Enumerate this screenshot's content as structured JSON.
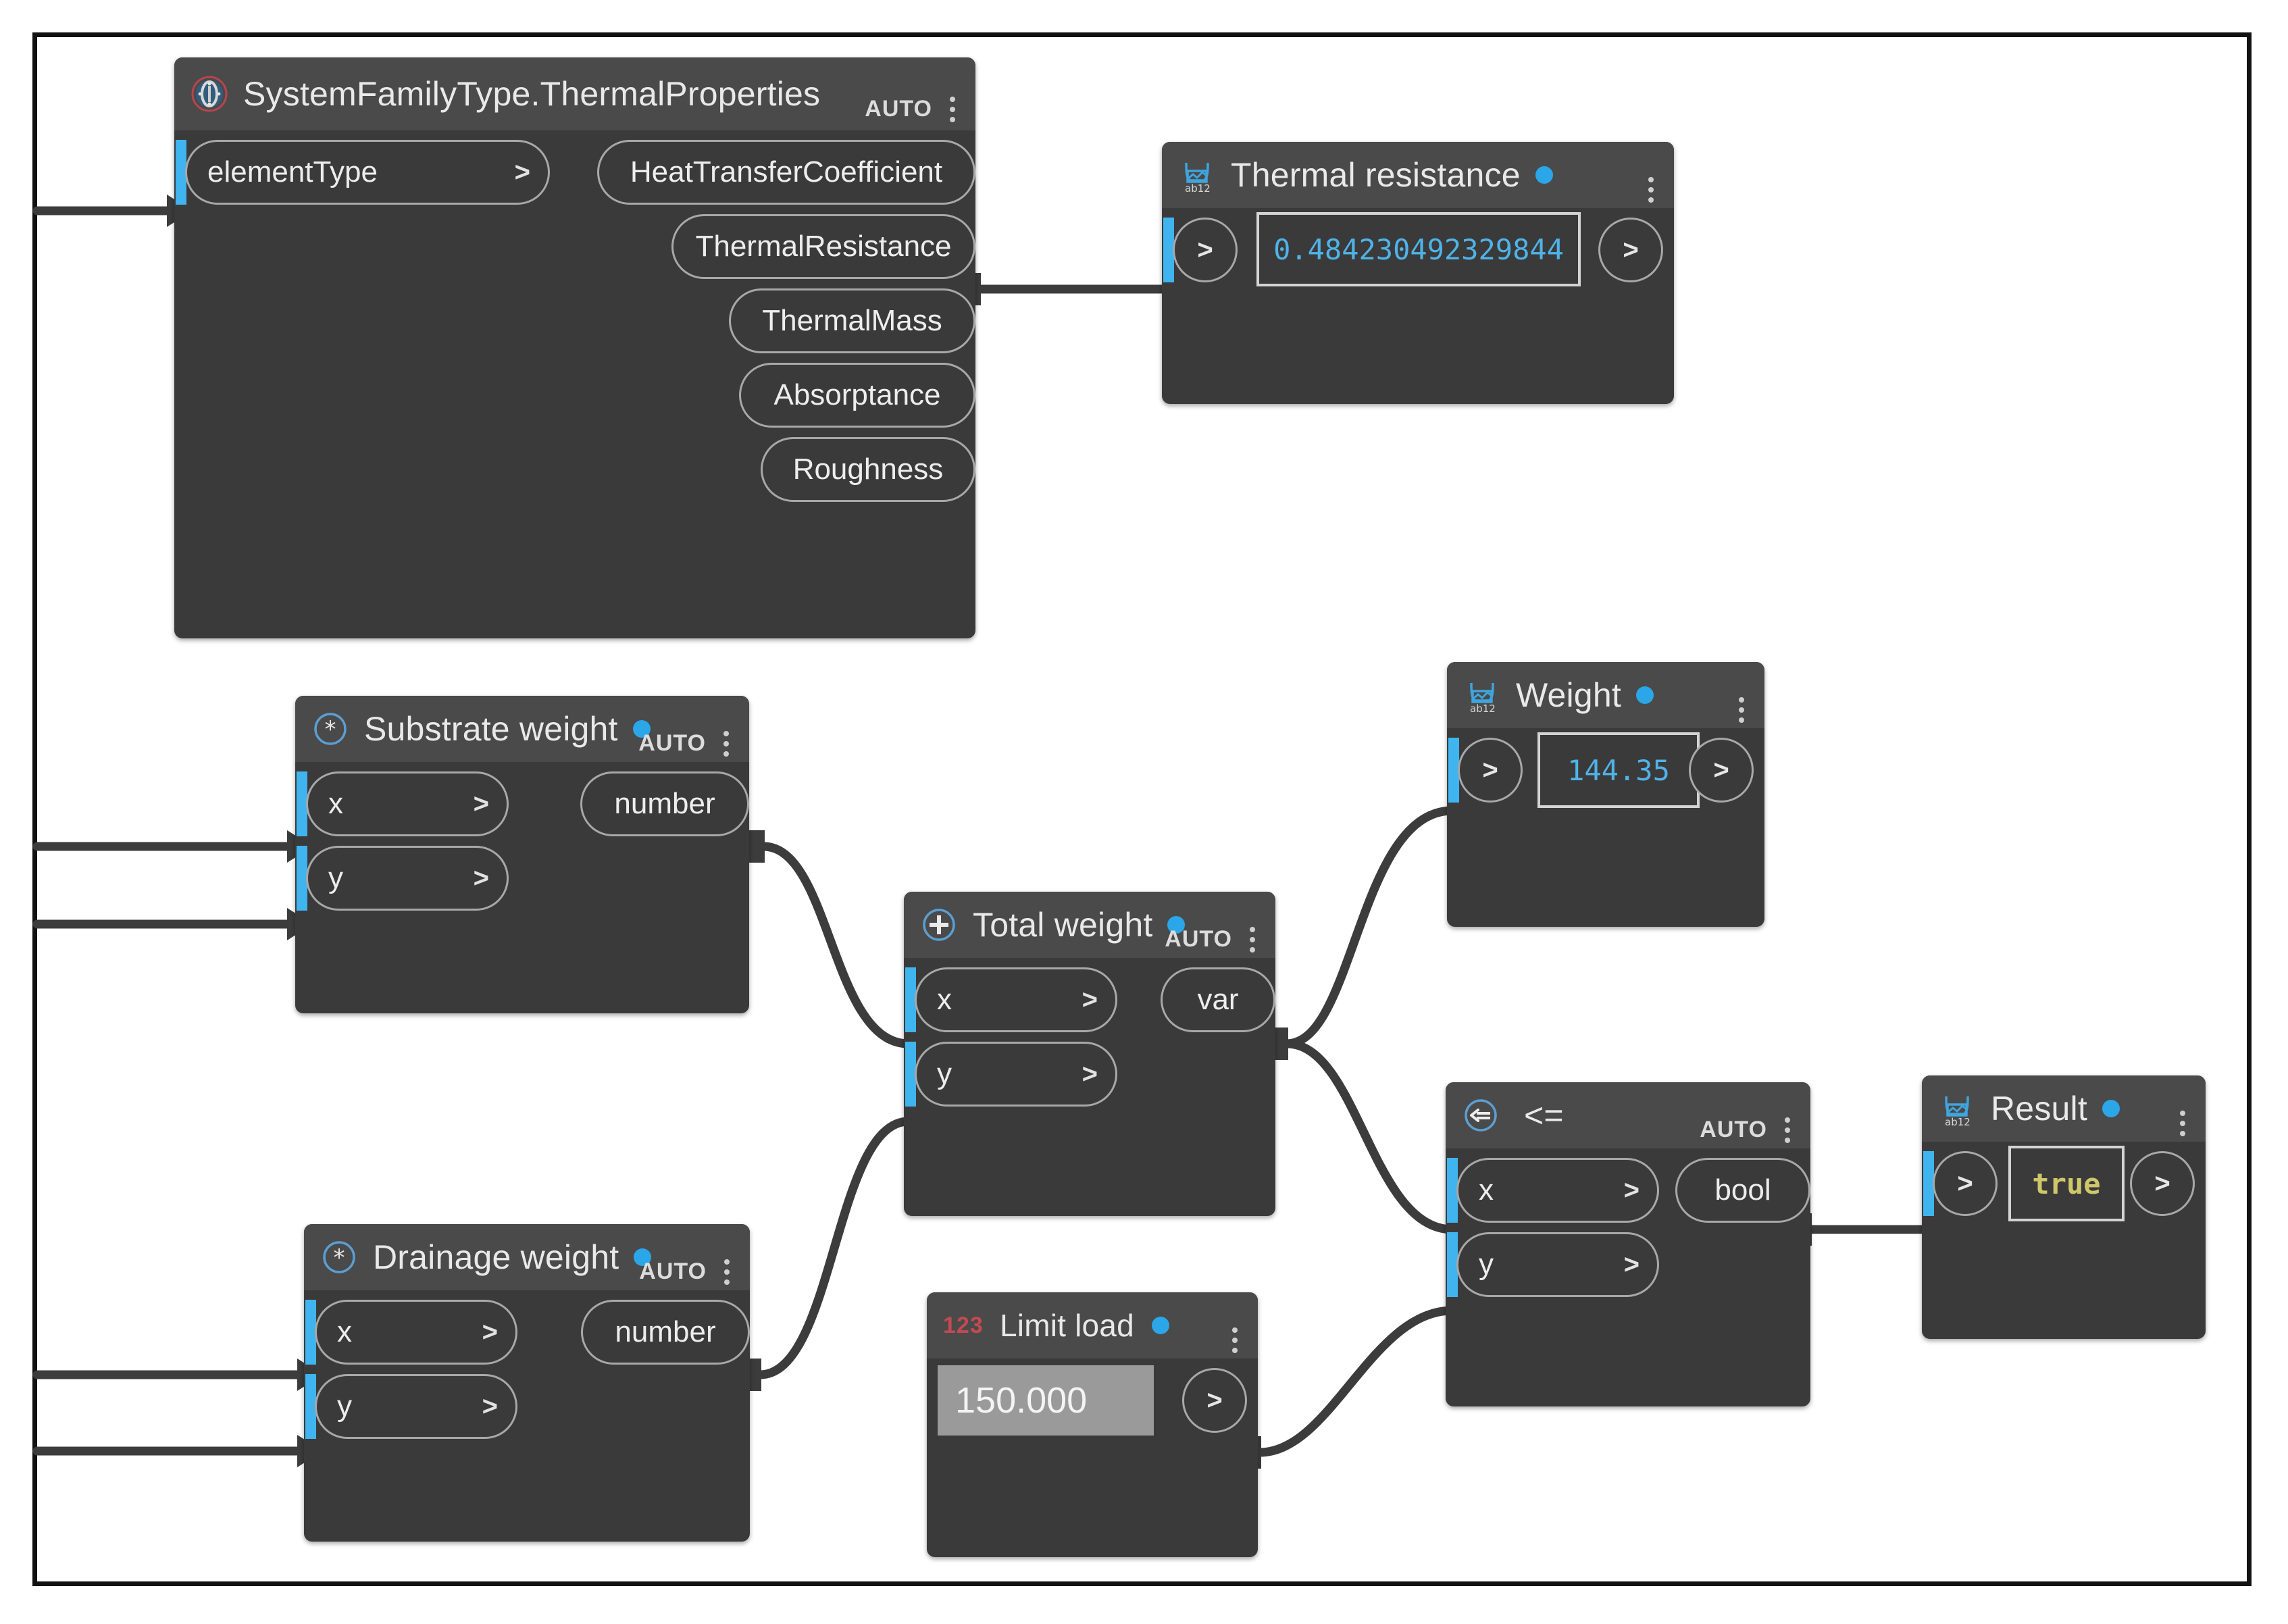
{
  "app": {
    "name": "Dynamo visual programming graph",
    "accent": "#2ba6e8",
    "node_bg": "#3a3a3a",
    "header_bg": "#4a4a4a"
  },
  "nodes": [
    {
      "id": "system-family-type-thermal-properties",
      "title": "SystemFamilyType.ThermalProperties",
      "icon": "revit-logo-icon",
      "has_state_dot": false,
      "inputs": [
        {
          "label": "elementType",
          "chevron": ">"
        }
      ],
      "outputs": [
        "HeatTransferCoefficient",
        "ThermalResistance",
        "ThermalMass",
        "Absorptance",
        "Roughness"
      ],
      "footer": {
        "auto": "AUTO",
        "menu": "kebab-menu-icon"
      }
    },
    {
      "id": "thermal-resistance-watch",
      "title": "Thermal resistance",
      "icon": "watch-ab12-icon",
      "has_state_dot": true,
      "input_stub": ">",
      "value": "0.484230492329844",
      "output_stub": ">",
      "footer": {
        "menu": "kebab-menu-icon"
      }
    },
    {
      "id": "substrate-weight-multiply",
      "title": "Substrate weight",
      "icon": "multiply-circle-icon",
      "has_state_dot": true,
      "inputs": [
        {
          "label": "x",
          "chevron": ">"
        },
        {
          "label": "y",
          "chevron": ">"
        }
      ],
      "outputs": [
        "number"
      ],
      "footer": {
        "auto": "AUTO",
        "menu": "kebab-menu-icon"
      }
    },
    {
      "id": "drainage-weight-multiply",
      "title": "Drainage weight",
      "icon": "multiply-circle-icon",
      "has_state_dot": true,
      "inputs": [
        {
          "label": "x",
          "chevron": ">"
        },
        {
          "label": "y",
          "chevron": ">"
        }
      ],
      "outputs": [
        "number"
      ],
      "footer": {
        "auto": "AUTO",
        "menu": "kebab-menu-icon"
      }
    },
    {
      "id": "total-weight-add",
      "title": "Total weight",
      "icon": "plus-circle-icon",
      "has_state_dot": true,
      "inputs": [
        {
          "label": "x",
          "chevron": ">"
        },
        {
          "label": "y",
          "chevron": ">"
        }
      ],
      "outputs": [
        "var"
      ],
      "footer": {
        "auto": "AUTO",
        "menu": "kebab-menu-icon"
      }
    },
    {
      "id": "weight-watch",
      "title": "Weight",
      "icon": "watch-ab12-icon",
      "has_state_dot": true,
      "input_stub": ">",
      "value": "144.35",
      "output_stub": ">",
      "footer": {
        "menu": "kebab-menu-icon"
      }
    },
    {
      "id": "limit-load-number",
      "title": "Limit load",
      "icon": "number-123-icon",
      "has_state_dot": true,
      "value": "150.000",
      "output_stub": ">",
      "footer": {
        "menu": "kebab-menu-icon"
      }
    },
    {
      "id": "less-than-or-equal",
      "title": "<=",
      "icon": "less-than-equal-circle-icon",
      "has_state_dot": false,
      "inputs": [
        {
          "label": "x",
          "chevron": ">"
        },
        {
          "label": "y",
          "chevron": ">"
        }
      ],
      "outputs": [
        "bool"
      ],
      "footer": {
        "auto": "AUTO",
        "menu": "kebab-menu-icon"
      }
    },
    {
      "id": "result-watch",
      "title": "Result",
      "icon": "watch-ab12-icon",
      "has_state_dot": true,
      "input_stub": ">",
      "value": "true",
      "output_stub": ">",
      "footer": {
        "menu": "kebab-menu-icon"
      }
    }
  ],
  "labels": {
    "sft_title": "SystemFamilyType.ThermalProperties",
    "sft_in_elementType": "elementType",
    "sft_out_htc": "HeatTransferCoefficient",
    "sft_out_tr": "ThermalResistance",
    "sft_out_tm": "ThermalMass",
    "sft_out_ab": "Absorptance",
    "sft_out_ro": "Roughness",
    "tr_title": "Thermal resistance",
    "tr_value": "0.484230492329844",
    "sub_title": "Substrate weight",
    "sub_in_x": "x",
    "sub_in_y": "y",
    "sub_out": "number",
    "dra_title": "Drainage weight",
    "dra_in_x": "x",
    "dra_in_y": "y",
    "dra_out": "number",
    "tot_title": "Total weight",
    "tot_in_x": "x",
    "tot_in_y": "y",
    "tot_out": "var",
    "wt_title": "Weight",
    "wt_value": "144.35",
    "ll_title": "Limit load",
    "ll_value": "150.000",
    "ll_icon_text": "123",
    "le_title": "<=",
    "le_in_x": "x",
    "le_in_y": "y",
    "le_out": "bool",
    "res_title": "Result",
    "res_value": "true",
    "auto": "AUTO",
    "chevron": ">"
  }
}
